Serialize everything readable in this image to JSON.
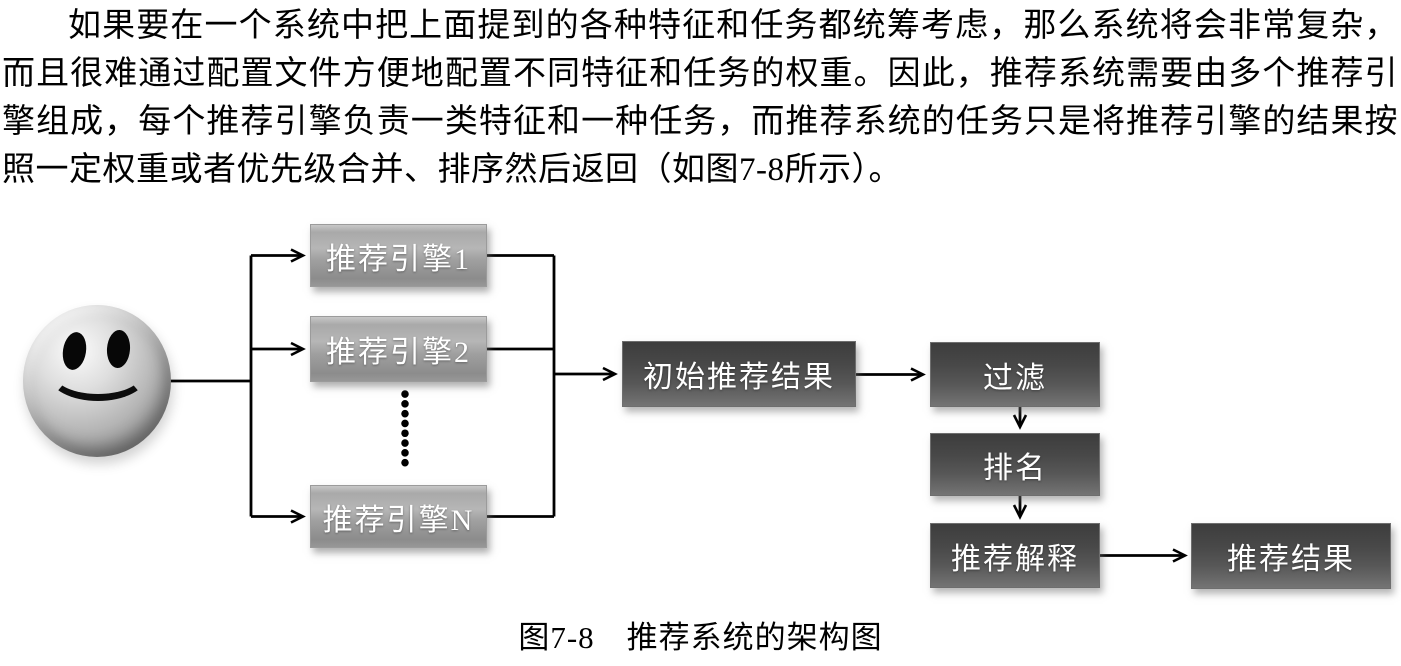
{
  "page": {
    "paragraph": "如果要在一个系统中把上面提到的各种特征和任务都统筹考虑，那么系统将会非常复杂，而且很难通过配置文件方便地配置不同特征和任务的权重。因此，推荐系统需要由多个推荐引擎组成，每个推荐引擎负责一类特征和一种任务，而推荐系统的任务只是将推荐引擎的结果按照一定权重或者优先级合并、排序然后返回（如图7-8所示）。",
    "caption": "图7-8　推荐系统的架构图"
  },
  "diagram": {
    "user_icon": "smiley-user-icon",
    "engines": [
      {
        "label": "推荐引擎1"
      },
      {
        "label": "推荐引擎2"
      },
      {
        "label": "推荐引擎N"
      }
    ],
    "ellipsis_dots_between_engines": 9,
    "flow": [
      {
        "label": "初始推荐结果"
      },
      {
        "label": "过滤"
      },
      {
        "label": "排名"
      },
      {
        "label": "推荐解释"
      },
      {
        "label": "推荐结果"
      }
    ],
    "colors": {
      "background": "#ffffff",
      "body_text": "#000000",
      "connector_line": "#000000",
      "engine_box_top": "#c7c7c7",
      "engine_box_bottom": "#8c8c8c",
      "dark_box_top": "#3d3d3d",
      "dark_box_bottom": "#747474",
      "box_text": "#ffffff"
    }
  }
}
